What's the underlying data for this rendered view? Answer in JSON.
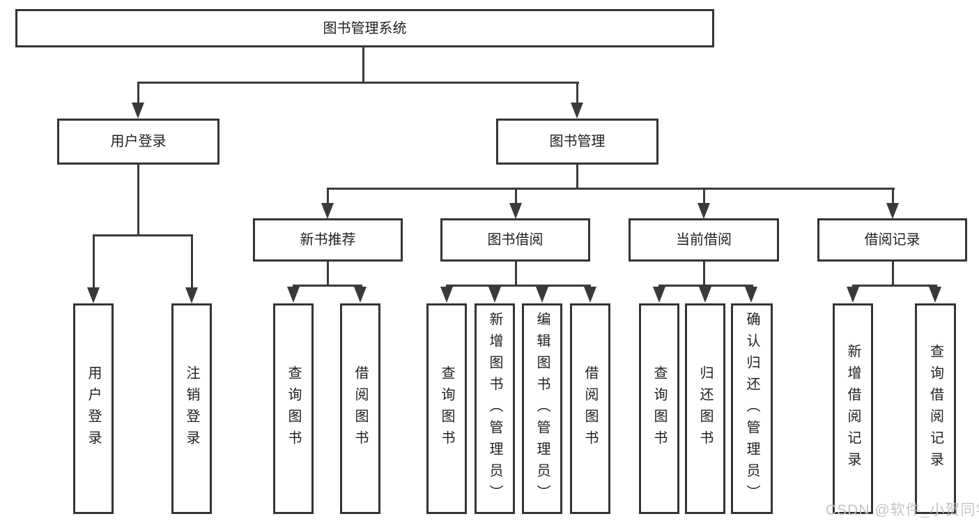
{
  "diagram": {
    "root": "图书管理系统",
    "branches": {
      "user": {
        "label": "用户登录",
        "leaves": [
          "用户登录",
          "注销登录"
        ]
      },
      "book": {
        "label": "图书管理",
        "groups": [
          {
            "label": "新书推荐",
            "leaves": [
              "查询图书",
              "借阅图书"
            ]
          },
          {
            "label": "图书借阅",
            "leaves": [
              "查询图书",
              "新增图书（管理员）",
              "编辑图书（管理员）",
              "借阅图书"
            ]
          },
          {
            "label": "当前借阅",
            "leaves": [
              "查询图书",
              "归还图书",
              "确认归还（管理员）"
            ]
          },
          {
            "label": "借阅记录",
            "leaves": [
              "新增借阅记录",
              "查询借阅记录"
            ]
          }
        ]
      }
    }
  },
  "watermark": "CSDN @软件_小贺同学",
  "colors": {
    "line": "#3a3a3a",
    "box_border": "#343434",
    "text": "#1f1f1f",
    "background": "#ffffff",
    "watermark": "#c1c1c1"
  }
}
